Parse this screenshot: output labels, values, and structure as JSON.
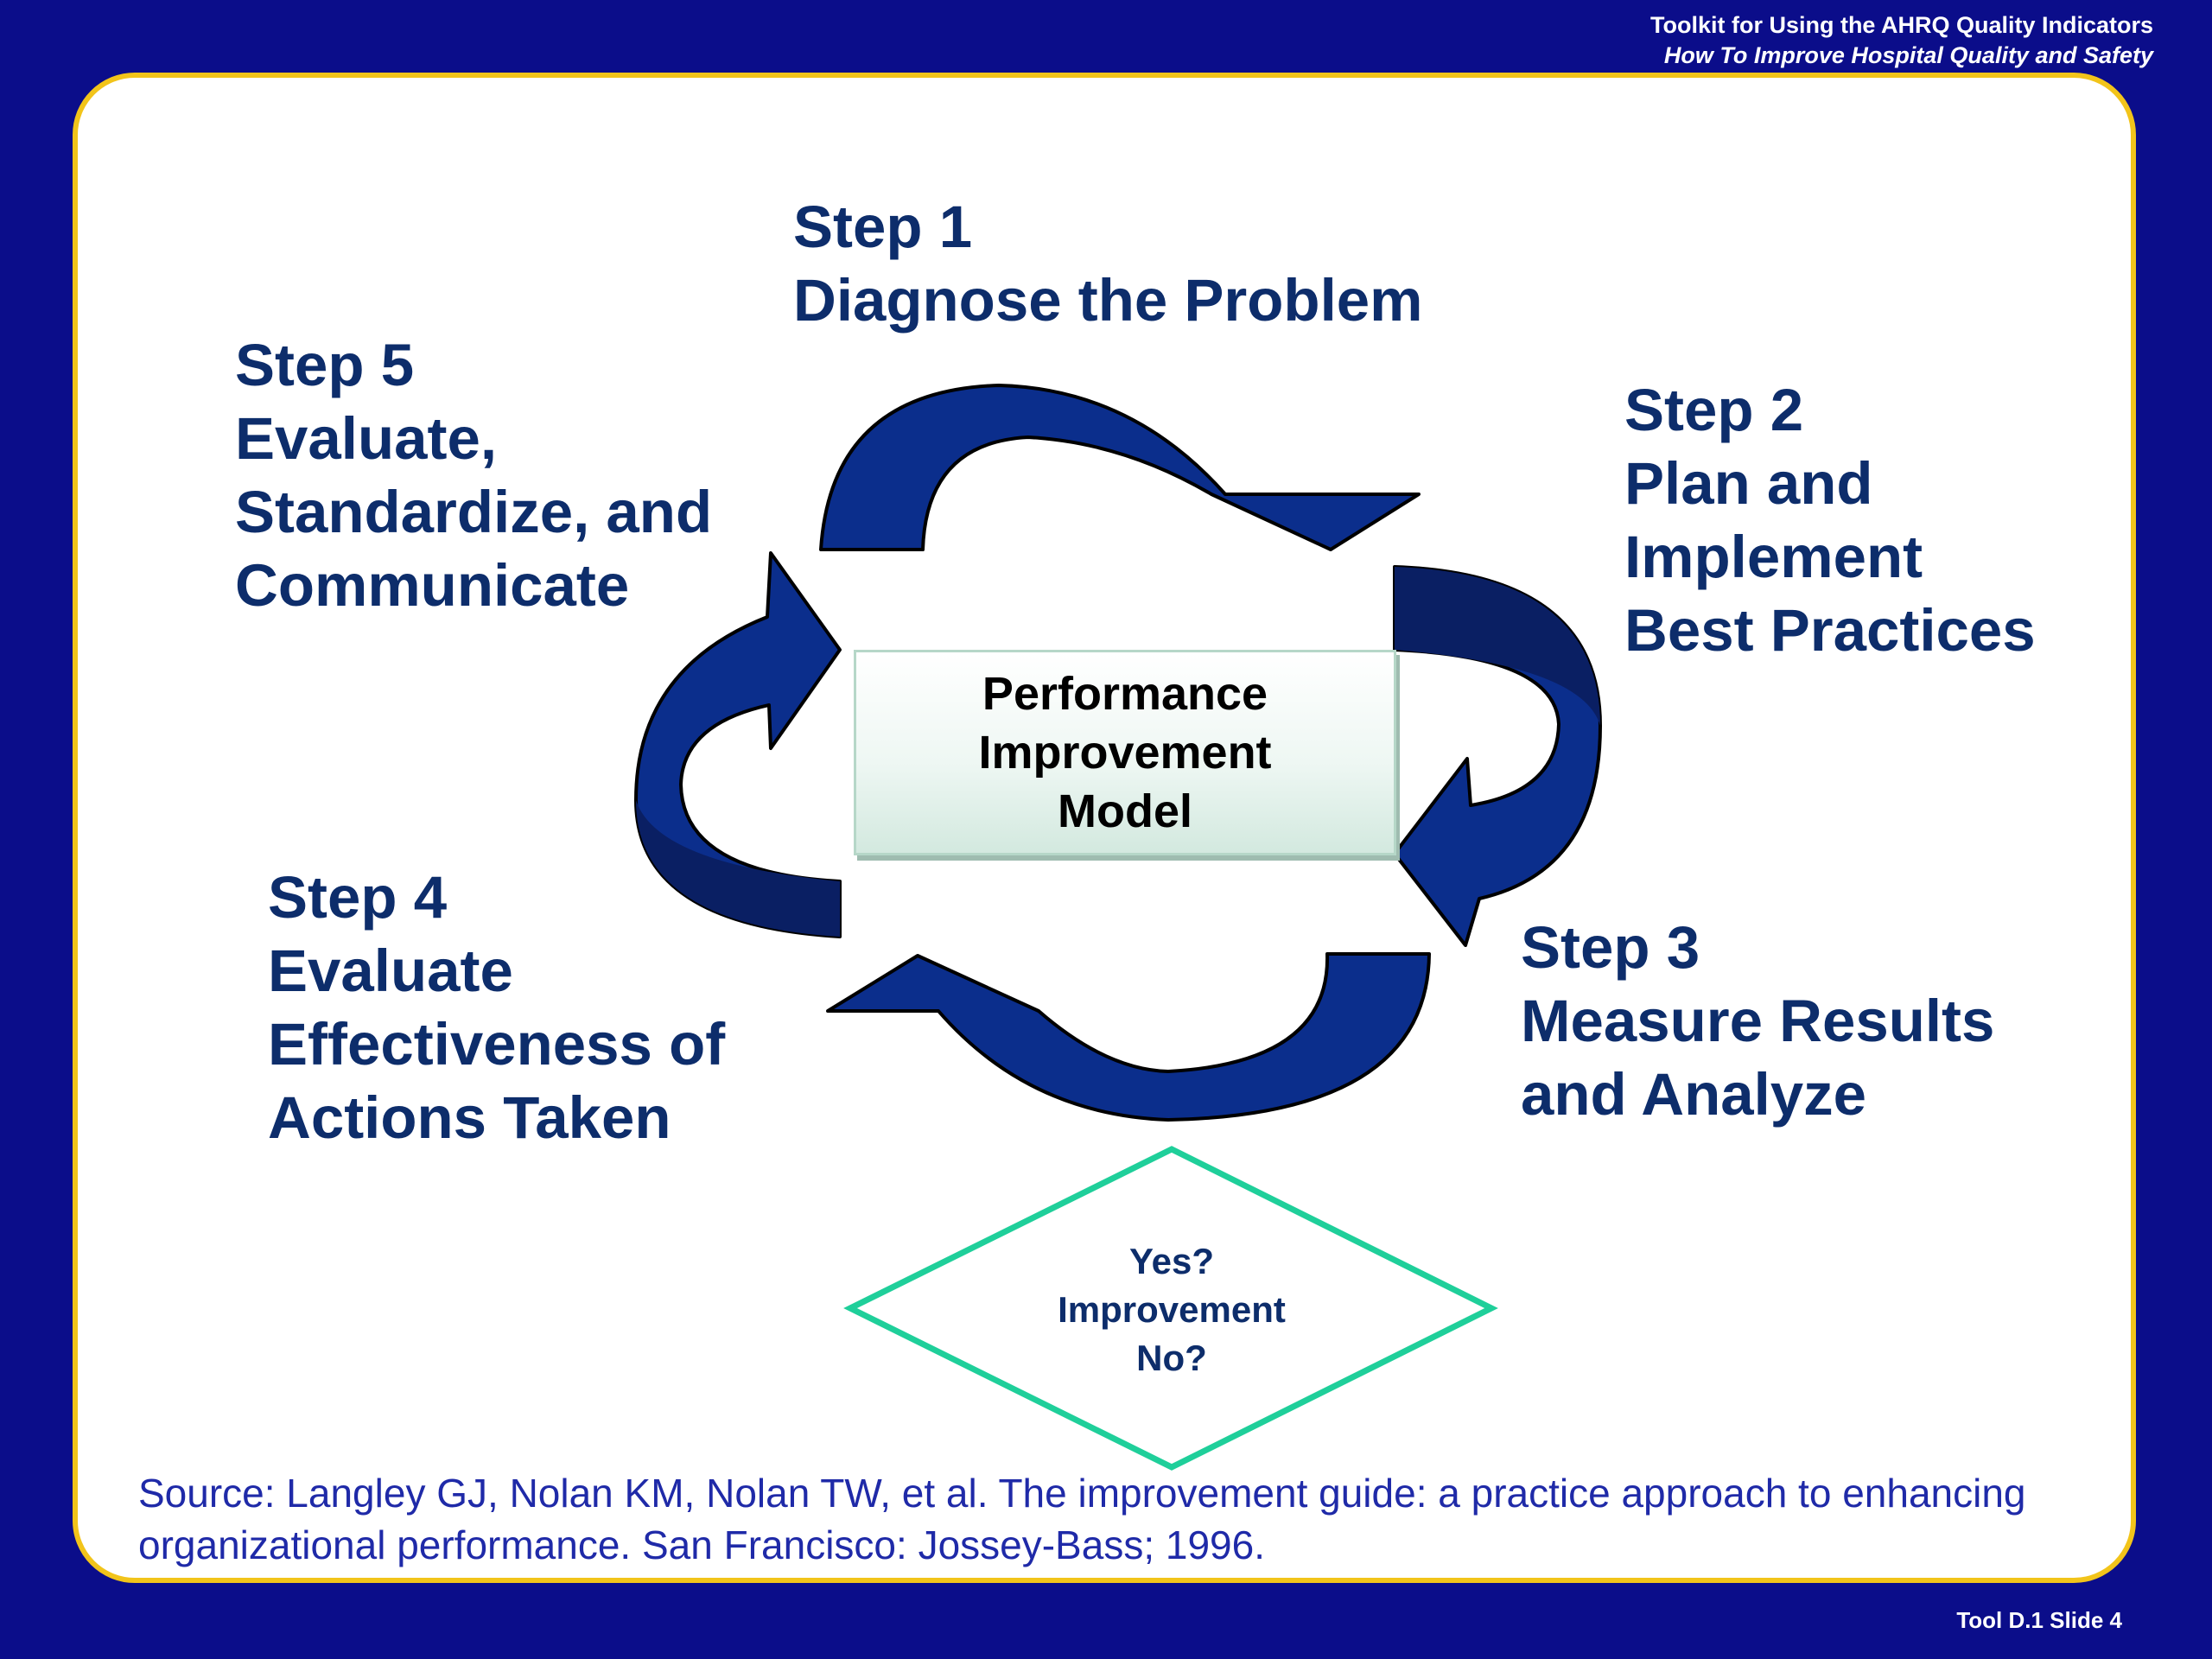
{
  "header": {
    "title": "Toolkit for Using the AHRQ Quality Indicators",
    "subtitle": "How To Improve Hospital Quality and Safety"
  },
  "steps": [
    {
      "lines": [
        "Step 1",
        "Diagnose the Problem"
      ]
    },
    {
      "lines": [
        "Step 2",
        "Plan and",
        "Implement",
        "Best Practices"
      ]
    },
    {
      "lines": [
        "Step 3",
        "Measure Results",
        "and Analyze"
      ]
    },
    {
      "lines": [
        "Step 4",
        "Evaluate",
        "Effectiveness of",
        "Actions Taken"
      ]
    },
    {
      "lines": [
        "Step 5",
        "Evaluate,",
        "Standardize, and",
        "Communicate"
      ]
    }
  ],
  "center": {
    "lines": [
      "Performance",
      "Improvement",
      "Model"
    ]
  },
  "decision": {
    "lines": [
      "Yes?",
      "Improvement",
      "No?"
    ]
  },
  "source": "Source: Langley GJ, Nolan KM, Nolan TW, et al. The improvement guide: a practice approach to enhancing organizational performance. San Francisco: Jossey-Bass; 1996.",
  "footer": "Tool D.1  Slide 4",
  "colors": {
    "background": "#0b0d8a",
    "panel_border": "#f2c41a",
    "arrow_fill": "#0b2e8c",
    "arrow_dark": "#0a1f63",
    "step_text": "#0d2d6b",
    "diamond_stroke": "#1fcf9a",
    "source_text": "#1f2aa8"
  }
}
